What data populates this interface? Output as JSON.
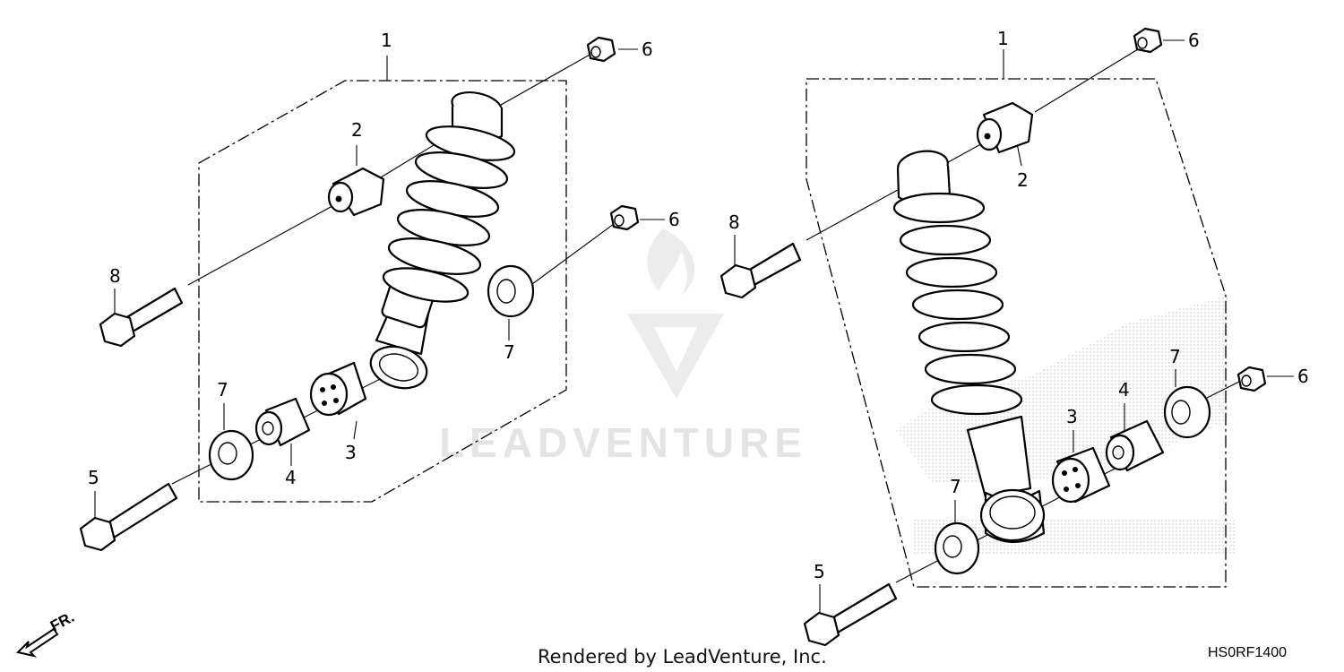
{
  "callouts": {
    "left": {
      "c1": "1",
      "c2": "2",
      "c3": "3",
      "c4": "4",
      "c5": "5",
      "c6a": "6",
      "c6b": "6",
      "c7a": "7",
      "c7b": "7",
      "c8": "8"
    },
    "right": {
      "c1": "1",
      "c2": "2",
      "c3": "3",
      "c4": "4",
      "c5": "5",
      "c6a": "6",
      "c6b": "6",
      "c7a": "7",
      "c7b": "7",
      "c8": "8"
    }
  },
  "watermark": "LEADVENTURE",
  "footer": "Rendered by LeadVenture, Inc.",
  "diagram_code": "HS0RF1400",
  "direction_label": "FR."
}
